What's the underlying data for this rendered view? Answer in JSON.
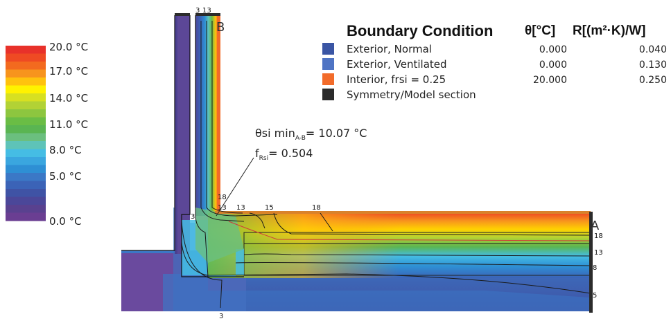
{
  "legend": {
    "swatches": [
      "#e8312a",
      "#ef4a23",
      "#f36a1f",
      "#f7941d",
      "#ffc20e",
      "#fff200",
      "#d7e021",
      "#b2d235",
      "#8dc63f",
      "#6abd45",
      "#5ab552",
      "#6bbf7f",
      "#5ec3b8",
      "#45bde4",
      "#3aa6df",
      "#2e8fd4",
      "#3b78c6",
      "#3b63b7",
      "#3f53a5",
      "#4b4799",
      "#59418f",
      "#6a3e92"
    ],
    "labels": [
      "20.0 °C",
      "17.0 °C",
      "14.0 °C",
      "11.0 °C",
      "8.0 °C",
      "5.0 °C",
      "0.0 °C"
    ]
  },
  "boundary_table": {
    "title": "Boundary Condition",
    "col_theta": "θ[°C]",
    "col_r": "R[(m²·K)/W]",
    "rows": [
      {
        "color": "#3a55a4",
        "name": "Exterior, Normal",
        "theta": "0.000",
        "r": "0.040"
      },
      {
        "color": "#4f74c4",
        "name": "Exterior, Ventilated",
        "theta": "0.000",
        "r": "0.130"
      },
      {
        "color": "#f26b2a",
        "name": "Interior, frsi = 0.25",
        "theta": "20.000",
        "r": "0.250"
      },
      {
        "color": "#2b2b2b",
        "name": "Symmetry/Model section",
        "theta": "",
        "r": ""
      }
    ]
  },
  "annotations": {
    "theta_min": "θsi minA-B= 10.07 °C",
    "theta_min_main": "θsi min",
    "theta_min_sub": "A-B",
    "theta_min_value": "= 10.07 °C",
    "frsi_main": "f",
    "frsi_sub": "Rsi",
    "frsi_value": "= 0.504",
    "point_a": "A",
    "point_b": "B"
  },
  "isotherm_labels": {
    "top": [
      "3",
      "13"
    ],
    "corner": [
      "18",
      "13",
      "13",
      "15",
      "18"
    ],
    "left": "3",
    "bottom": "3",
    "right": [
      "18",
      "13",
      "8",
      "5"
    ]
  }
}
